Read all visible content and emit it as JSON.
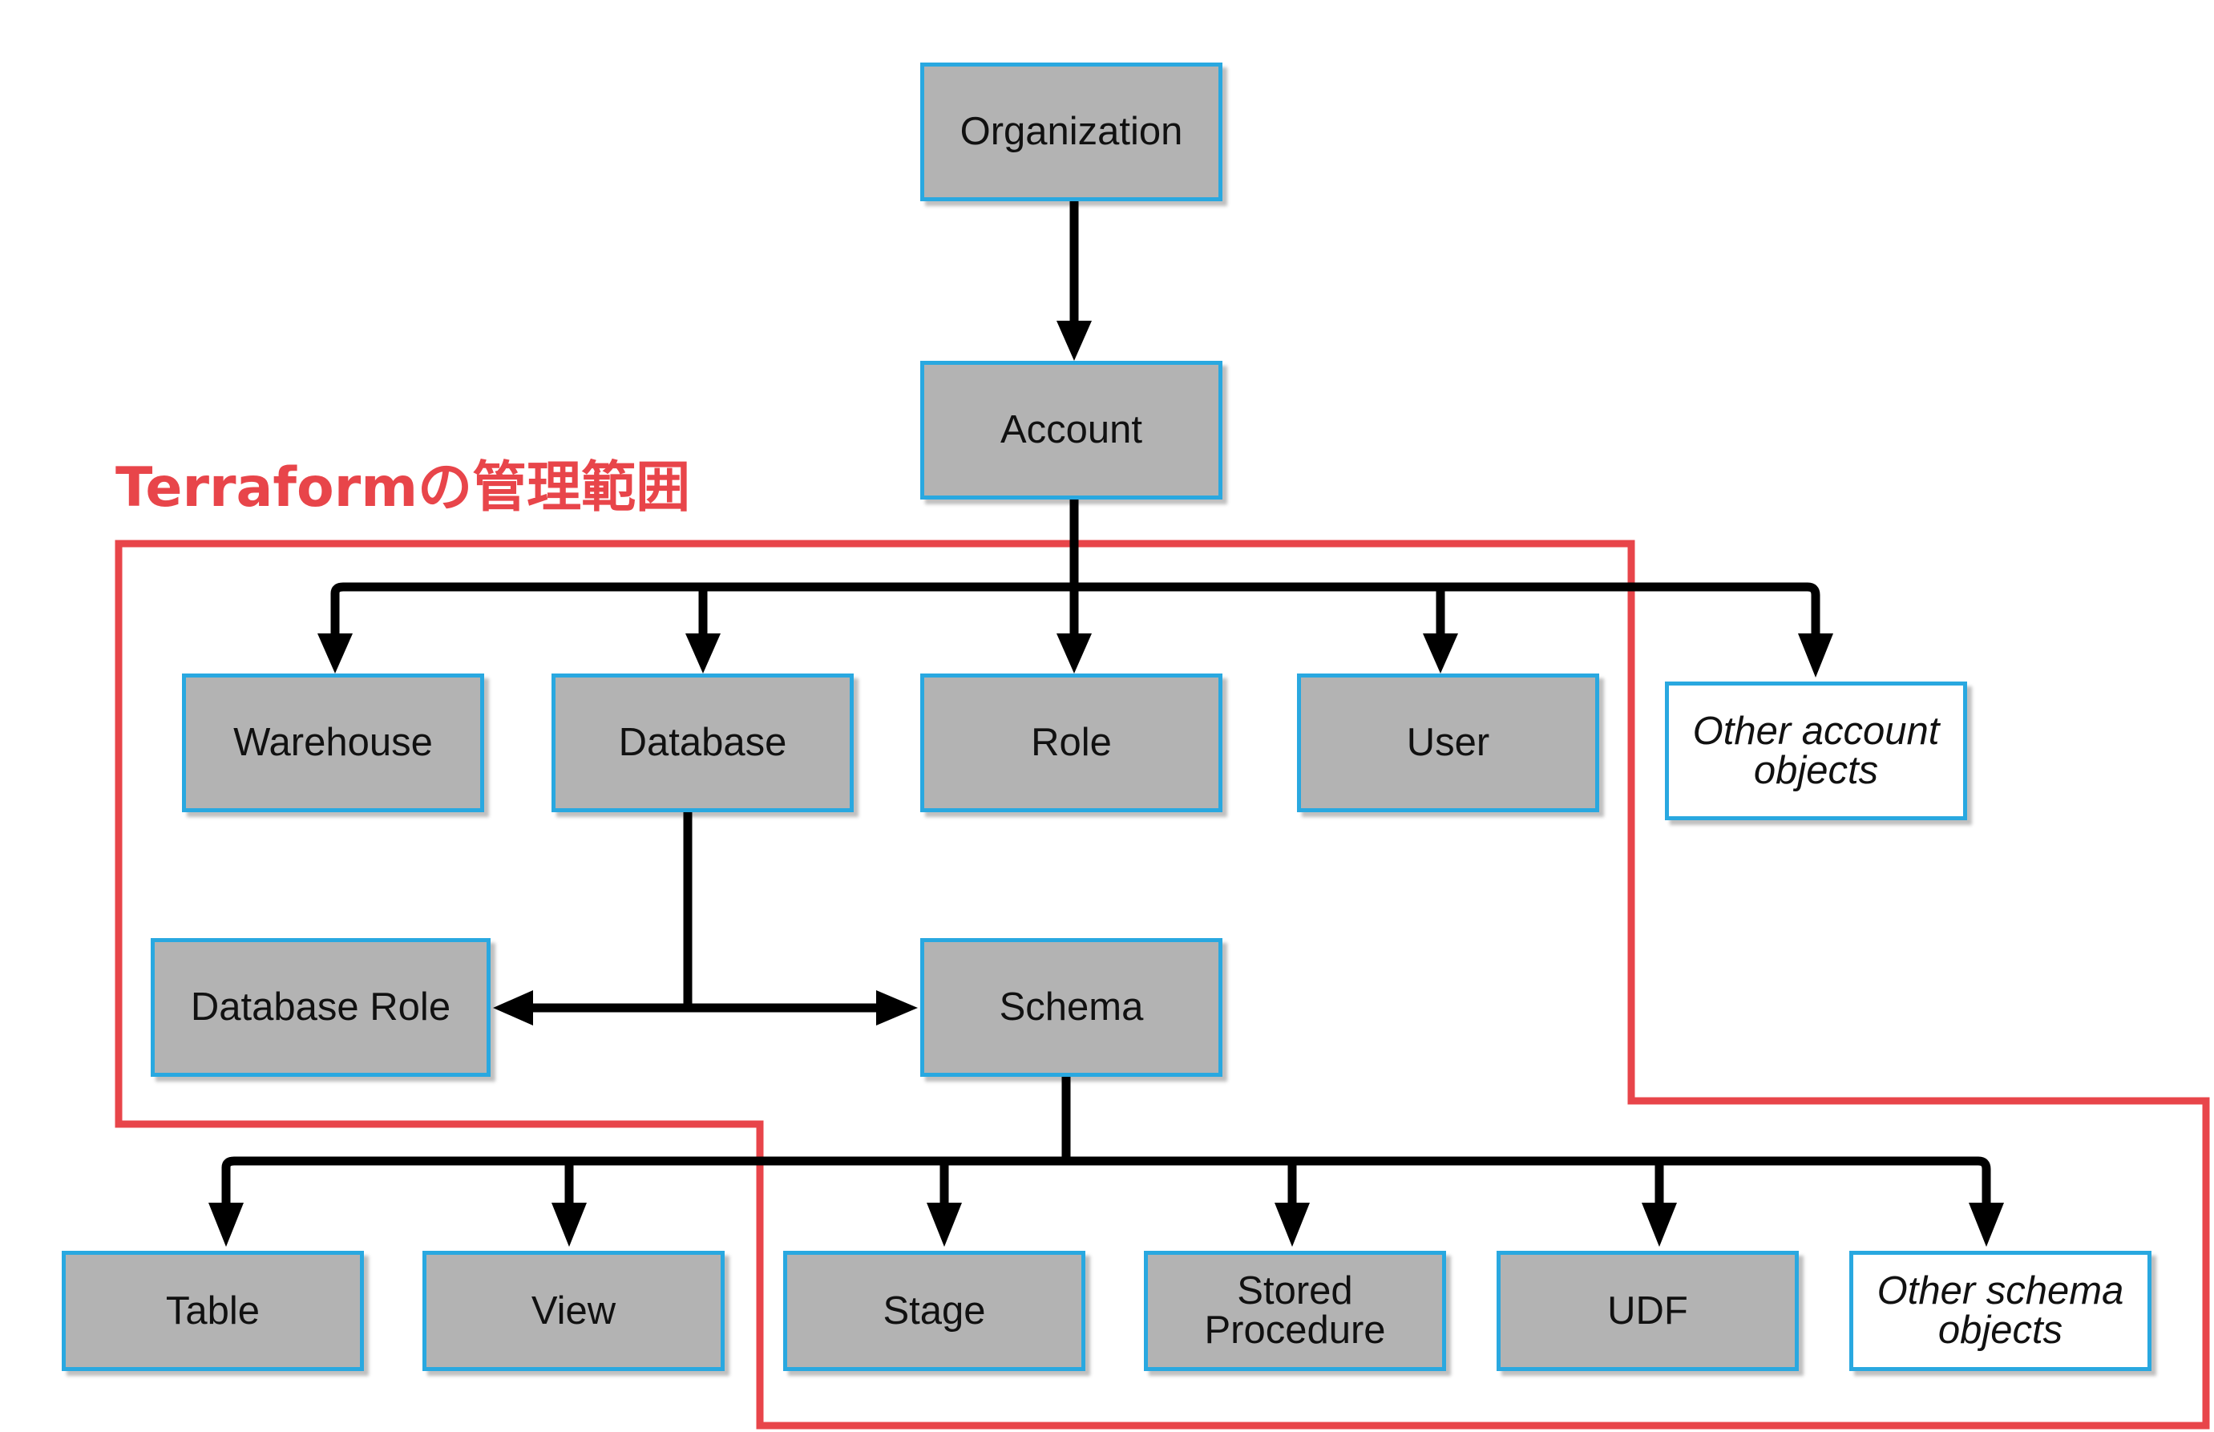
{
  "scope_label": "Terraformの管理範囲",
  "colors": {
    "scope": "#e8454a",
    "node_border": "#29a8e0",
    "node_fill": "#b3b3b3",
    "other_fill": "#ffffff",
    "line": "#000000"
  },
  "nodes": {
    "organization": "Organization",
    "account": "Account",
    "warehouse": "Warehouse",
    "database": "Database",
    "role": "Role",
    "user": "User",
    "other_account": "Other account\nobjects",
    "database_role": "Database Role",
    "schema": "Schema",
    "table": "Table",
    "view": "View",
    "stage": "Stage",
    "stored_procedure": "Stored\nProcedure",
    "udf": "UDF",
    "other_schema": "Other schema\nobjects"
  }
}
